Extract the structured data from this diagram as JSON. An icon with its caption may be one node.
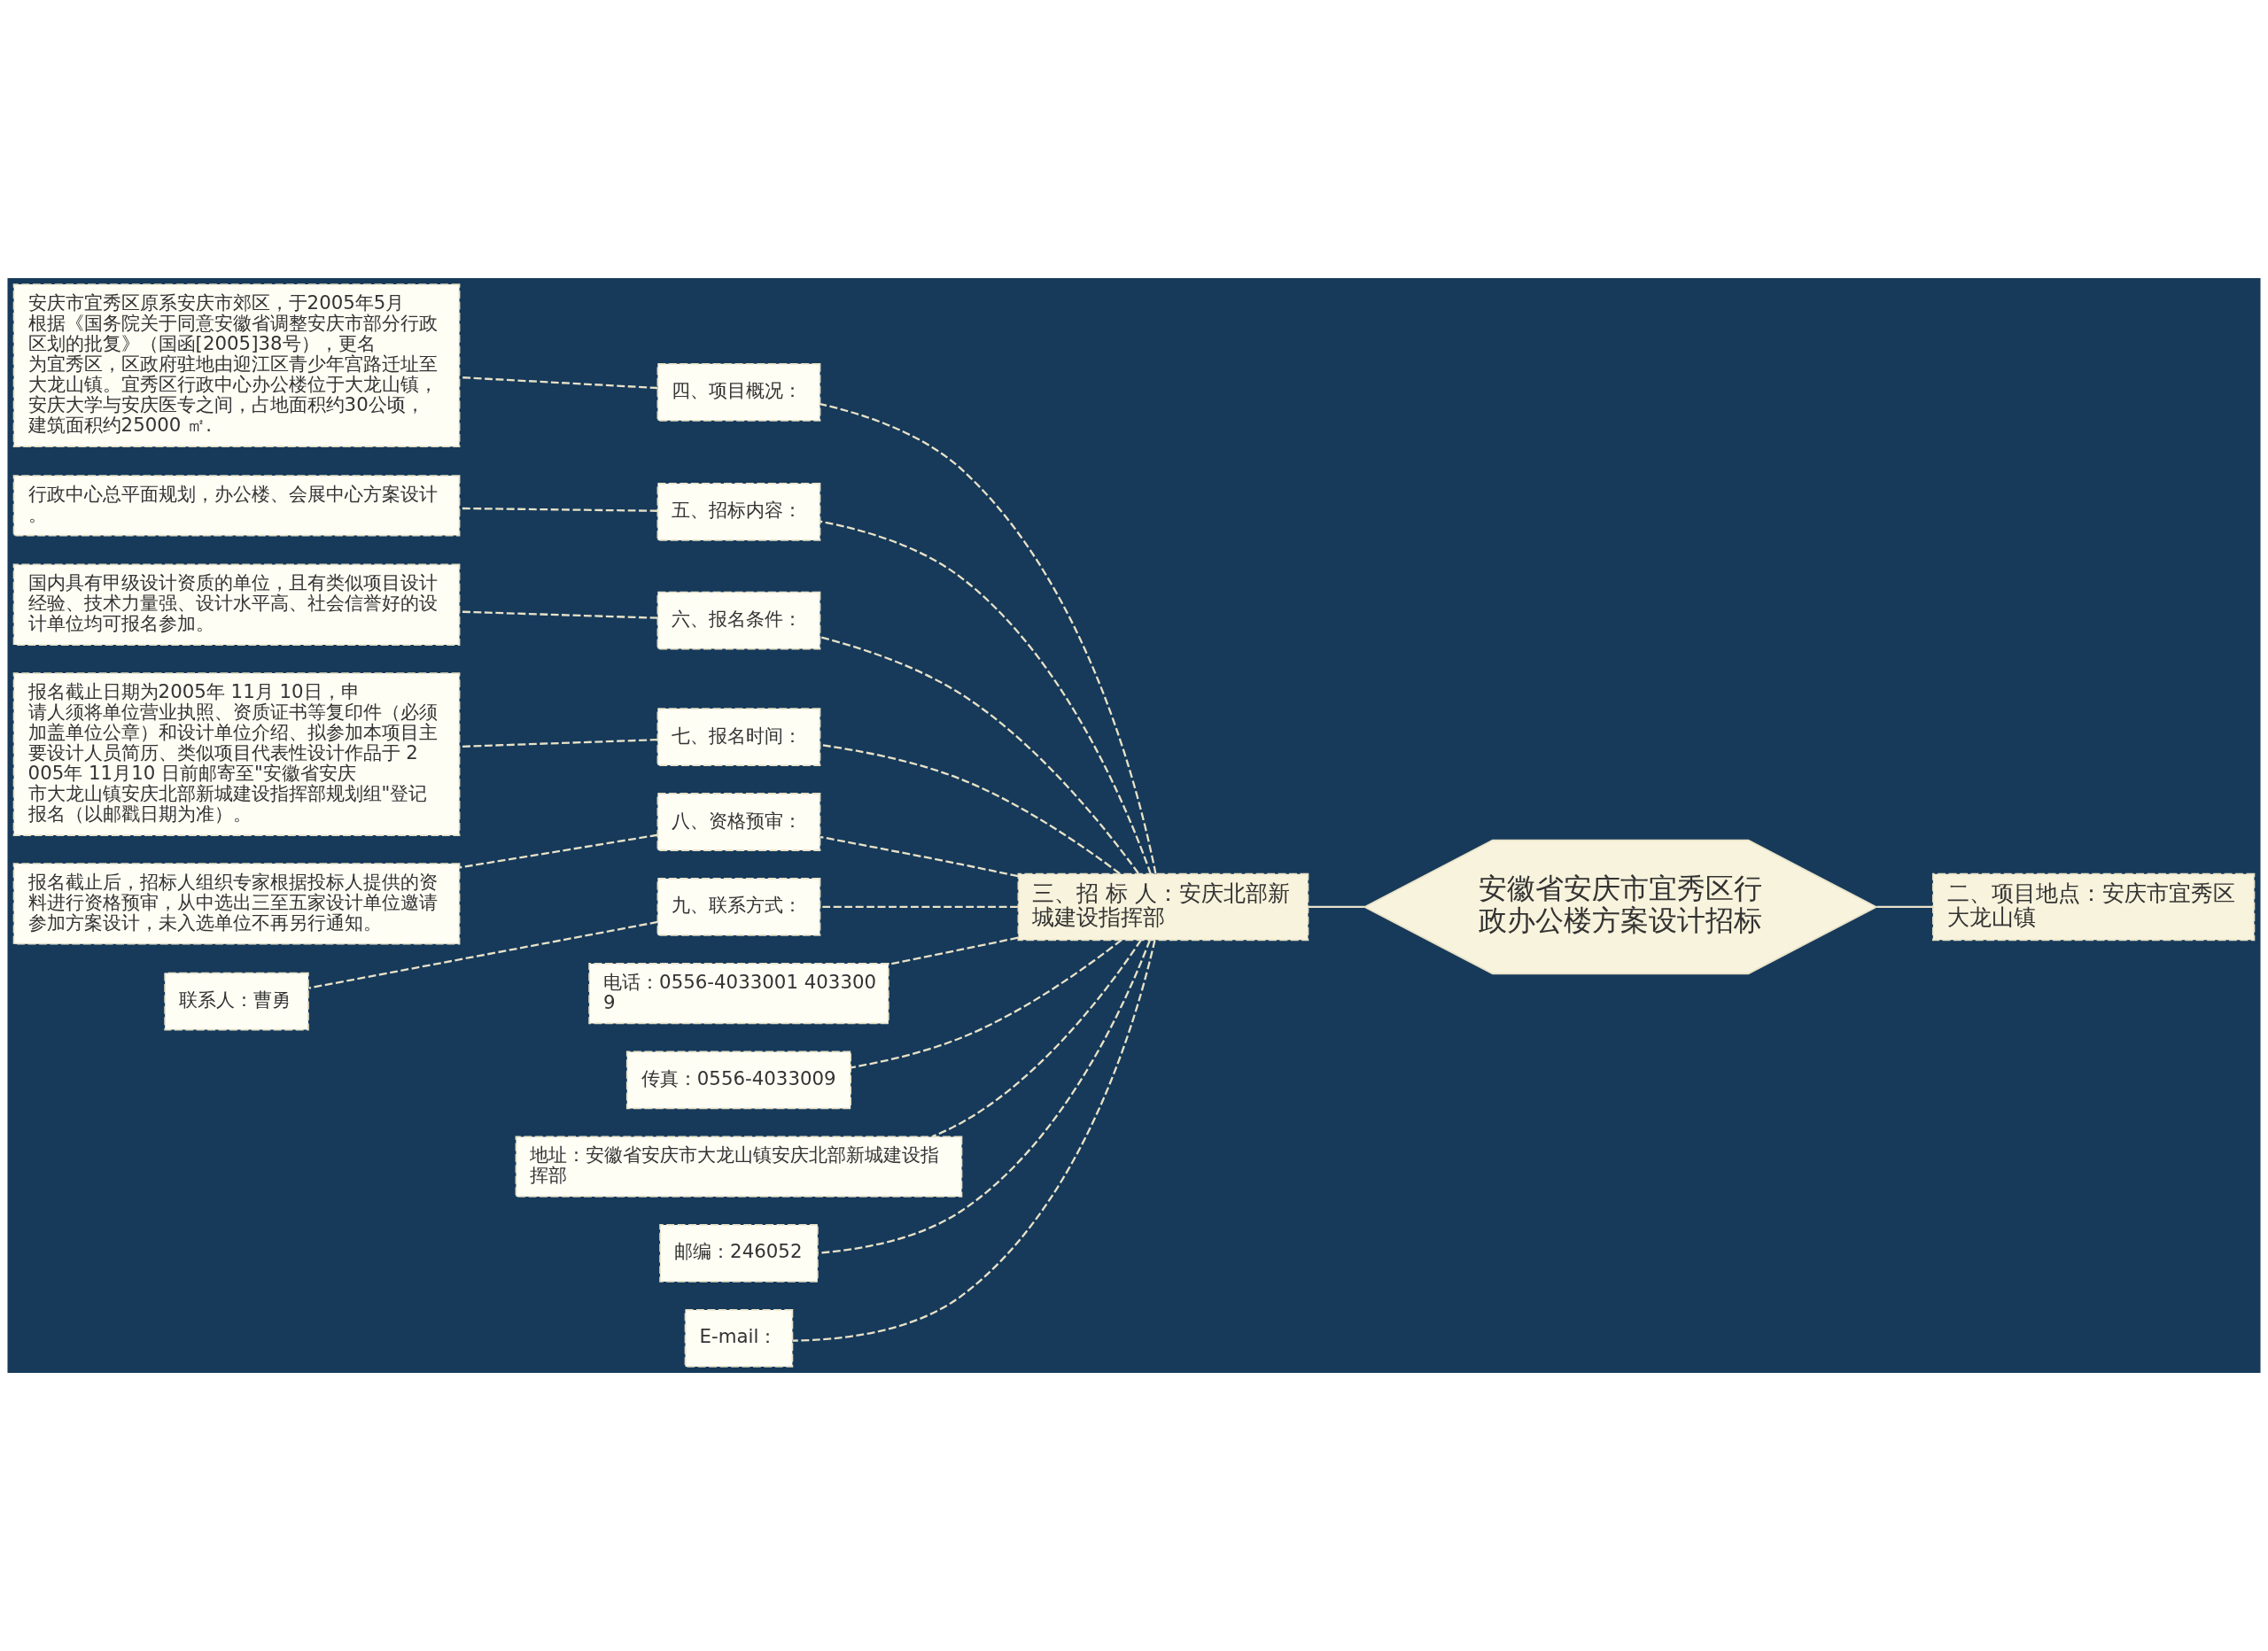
{
  "diagram": {
    "nodes": [
      {
        "text": [
          "安徽省安庆市宜秀区行政办公楼方案设计招标"
        ]
      },
      {
        "text": [
          "二、项目地点：安庆市宜秀区大龙山镇"
        ]
      },
      {
        "text": [
          "三、招 标 人：安庆北部新城建设指挥部"
        ]
      },
      {
        "text": [
          "四、项目概况："
        ]
      },
      {
        "text": [
          "安庆市宜秀区原系安庆市郊区，于2005年5月根据《国务院关于同意安徽省调整安庆市部分行政区划的批复》（国函[2005]38号），更名为宜秀区，区政府驻地由迎江区青少年宫路迁址至大龙山镇。宜秀区行政中心办公楼位于大龙山镇，安庆大学与安庆医专之间，占地面积约30公顷，建筑面积约25000 ㎡."
        ]
      },
      {
        "text": [
          "五、招标内容："
        ]
      },
      {
        "text": [
          "行政中心总平面规划，办公楼、会展中心方案设计。"
        ]
      },
      {
        "text": [
          "六、报名条件："
        ]
      },
      {
        "text": [
          "国内具有甲级设计资质的单位，且有类似项目设计经验、技术力量强、设计水平高、社会信誉好的设计单位均可报名参加。"
        ]
      },
      {
        "text": [
          "七、报名时间："
        ]
      },
      {
        "text": [
          "报名截止日期为2005年 11月 10日，申请人须将单位营业执照、资质证书等复印件（必须加盖单位公章）和设计单位介绍、拟参加本项目主要设计人员简历、类似项目代表性设计作品于 2005年 11月10 日前邮寄至\"安徽省安庆市大龙山镇安庆北部新城建设指挥部规划组\"登记报名（以邮戳日期为准）。"
        ]
      },
      {
        "text": [
          "八、资格预审："
        ]
      },
      {
        "text": [
          "报名截止后，招标人组织专家根据投标人提供的资料进行资格预审，从中选出三至五家设计单位邀请参加方案设计，未入选单位不再另行通知。"
        ]
      },
      {
        "text": [
          "九、联系方式："
        ]
      },
      {
        "text": [
          "联系人：曹勇"
        ]
      },
      {
        "text": [
          "电话：0556-4033001 4033009"
        ]
      },
      {
        "text": [
          "传真：0556-4033009"
        ]
      },
      {
        "text": [
          "地址：安徽省安庆市大龙山镇安庆北部新城建设指挥部"
        ]
      },
      {
        "text": [
          "邮编：246052"
        ]
      },
      {
        "text": [
          "E-mail："
        ]
      }
    ],
    "edges": [
      {
        "from": 0,
        "to": 1,
        "arrow": "none"
      },
      {
        "from": 0,
        "to": 2,
        "arrow": "none"
      },
      {
        "from": 2,
        "to": 3,
        "arrow": "none",
        "style": "dashed"
      },
      {
        "from": 3,
        "to": 4,
        "arrow": "none",
        "style": "dashed"
      },
      {
        "from": 2,
        "to": 5,
        "arrow": "none",
        "style": "dashed"
      },
      {
        "from": 5,
        "to": 6,
        "arrow": "none",
        "style": "dashed"
      },
      {
        "from": 2,
        "to": 7,
        "arrow": "none",
        "style": "dashed"
      },
      {
        "from": 7,
        "to": 8,
        "arrow": "none",
        "style": "dashed"
      },
      {
        "from": 2,
        "to": 9,
        "arrow": "none",
        "style": "dashed"
      },
      {
        "from": 9,
        "to": 10,
        "arrow": "none",
        "style": "dashed"
      },
      {
        "from": 2,
        "to": 11,
        "arrow": "none",
        "style": "dashed"
      },
      {
        "from": 11,
        "to": 12,
        "arrow": "none",
        "style": "dashed"
      },
      {
        "from": 2,
        "to": 13,
        "arrow": "none",
        "style": "dashed"
      },
      {
        "from": 13,
        "to": 14,
        "arrow": "none",
        "style": "dashed"
      },
      {
        "from": 2,
        "to": 15,
        "arrow": "none",
        "style": "dashed"
      },
      {
        "from": 2,
        "to": 16,
        "arrow": "none",
        "style": "dashed"
      },
      {
        "from": 2,
        "to": 17,
        "arrow": "none",
        "style": "dashed"
      },
      {
        "from": 2,
        "to": 18,
        "arrow": "none",
        "style": "dashed"
      },
      {
        "from": 2,
        "to": 19,
        "arrow": "none",
        "style": "dashed"
      }
    ]
  }
}
